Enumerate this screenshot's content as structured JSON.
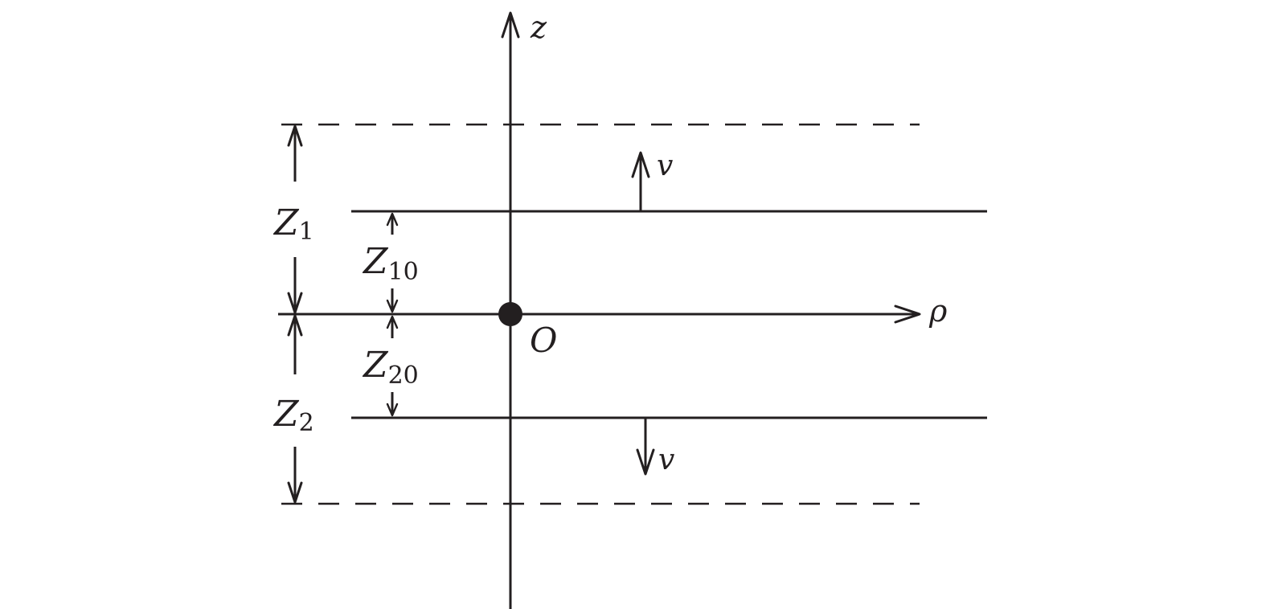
{
  "labels": {
    "z_axis": "z",
    "rho_axis": "ρ",
    "origin": "O",
    "velocity_top": "v",
    "velocity_bottom": "v",
    "Z1": {
      "symbol": "Z",
      "subscript": "1"
    },
    "Z10": {
      "symbol": "Z",
      "subscript": "10"
    },
    "Z20": {
      "symbol": "Z",
      "subscript": "20"
    },
    "Z2": {
      "symbol": "Z",
      "subscript": "2"
    }
  },
  "colors": {
    "stroke": "#231f20",
    "background": "#ffffff"
  }
}
